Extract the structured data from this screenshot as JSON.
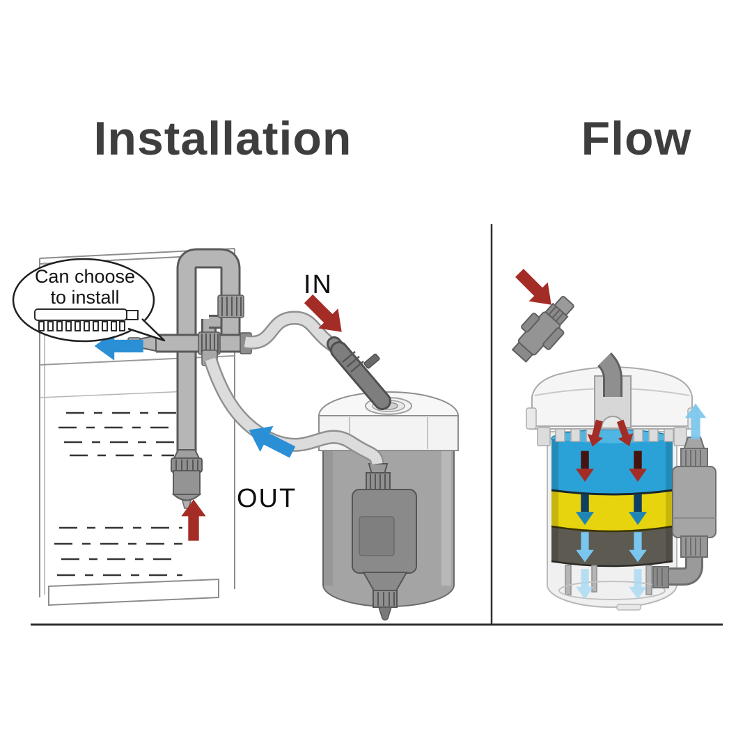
{
  "titles": {
    "left": "Installation",
    "right": "Flow"
  },
  "labels": {
    "in": "IN",
    "out": "OUT"
  },
  "bubble": {
    "line1": "Can choose",
    "line2": "to install"
  },
  "colors": {
    "title_text": "#3e3e3e",
    "label_text": "#0e0e0e",
    "divider": "#2f2f2f",
    "red_arrow": "#a32d26",
    "red_arrow_edge": "#6e1715",
    "red_arrow_shaft": "#451310",
    "blue_arrow": "#2b8fd6",
    "blue_arrow_edge": "#135f9e",
    "navy_arrow_head": "#1f85b5",
    "navy_arrow_shaft": "#0f3e63",
    "light_blue_arrow": "#79c6ef",
    "pale_blue_arrow": "#a8d9f4",
    "layer_blue": "#2aa2d8",
    "layer_blue_top": "#4fb6e3",
    "layer_yellow": "#e7d40e",
    "layer_gray": "#5d5a52"
  }
}
